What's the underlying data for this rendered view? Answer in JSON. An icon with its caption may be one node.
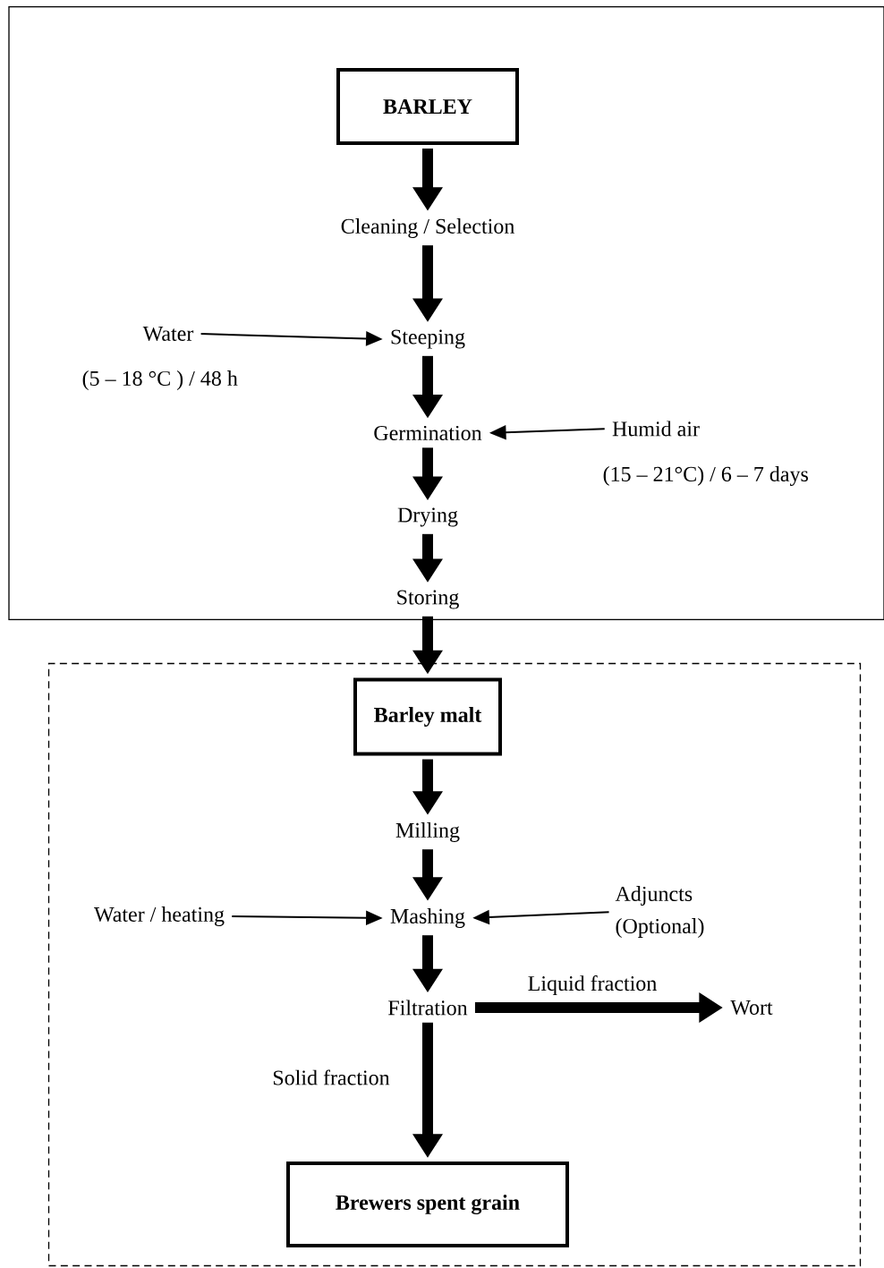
{
  "diagram": {
    "nodes": [
      {
        "text": [],
        "shape": "box"
      },
      {
        "text": [
          "BARLEY"
        ],
        "in": 0
      },
      {
        "text": [
          "Cleaning / Selection"
        ],
        "in": 0
      },
      {
        "text": [
          "Steeping"
        ],
        "in": 0
      },
      {
        "text": [
          "Water"
        ],
        "beside": [
          "(5 – 18 °C ) / 48 h"
        ],
        "in": 0
      },
      {
        "text": [
          "Germination"
        ],
        "in": 0
      },
      {
        "text": [
          "Humid air"
        ],
        "beside": [
          "(15 – 21°C) / 6 – 7 days"
        ],
        "in": 0
      },
      {
        "text": [
          "Drying"
        ],
        "in": 0
      },
      {
        "text": [
          "Storing"
        ],
        "in": 0
      },
      {
        "text": [],
        "shape": "box"
      },
      {
        "text": [
          "Barley malt"
        ],
        "in": 9
      },
      {
        "text": [
          "Milling"
        ],
        "in": 9
      },
      {
        "text": [
          "Water / heating"
        ],
        "in": 9
      },
      {
        "text": [
          "Mashing"
        ],
        "in": 9
      },
      {
        "text": [
          "Adjuncts (Optional)"
        ],
        "in": 9
      },
      {
        "text": [
          "Filtration"
        ],
        "in": 9
      },
      {
        "text": [
          "Wort"
        ],
        "in": 9
      },
      {
        "text": [
          "Brewers spent grain"
        ],
        "in": 9
      }
    ],
    "edges": [
      {
        "from": 1,
        "to": 2,
        "arrow": "to"
      },
      {
        "from": 2,
        "to": 3,
        "arrow": "to"
      },
      {
        "from": 4,
        "to": 3,
        "arrow": "to"
      },
      {
        "from": 3,
        "to": 5,
        "arrow": "to"
      },
      {
        "from": 6,
        "to": 5,
        "arrow": "to"
      },
      {
        "from": 5,
        "to": 7,
        "arrow": "to"
      },
      {
        "from": 7,
        "to": 8,
        "arrow": "to"
      },
      {
        "from": 8,
        "to": 10,
        "arrow": "to"
      },
      {
        "from": 10,
        "to": 11,
        "arrow": "to"
      },
      {
        "from": 11,
        "to": 13,
        "arrow": "to"
      },
      {
        "from": 12,
        "to": 13,
        "arrow": "to"
      },
      {
        "from": 14,
        "to": 13,
        "arrow": "to"
      },
      {
        "from": 13,
        "to": 15,
        "arrow": "to"
      },
      {
        "from": 15,
        "to": 16,
        "arrow": "to",
        "label": "Liquid fraction"
      },
      {
        "from": 15,
        "to": 17,
        "arrow": "to",
        "label": "Solid fraction"
      }
    ]
  }
}
